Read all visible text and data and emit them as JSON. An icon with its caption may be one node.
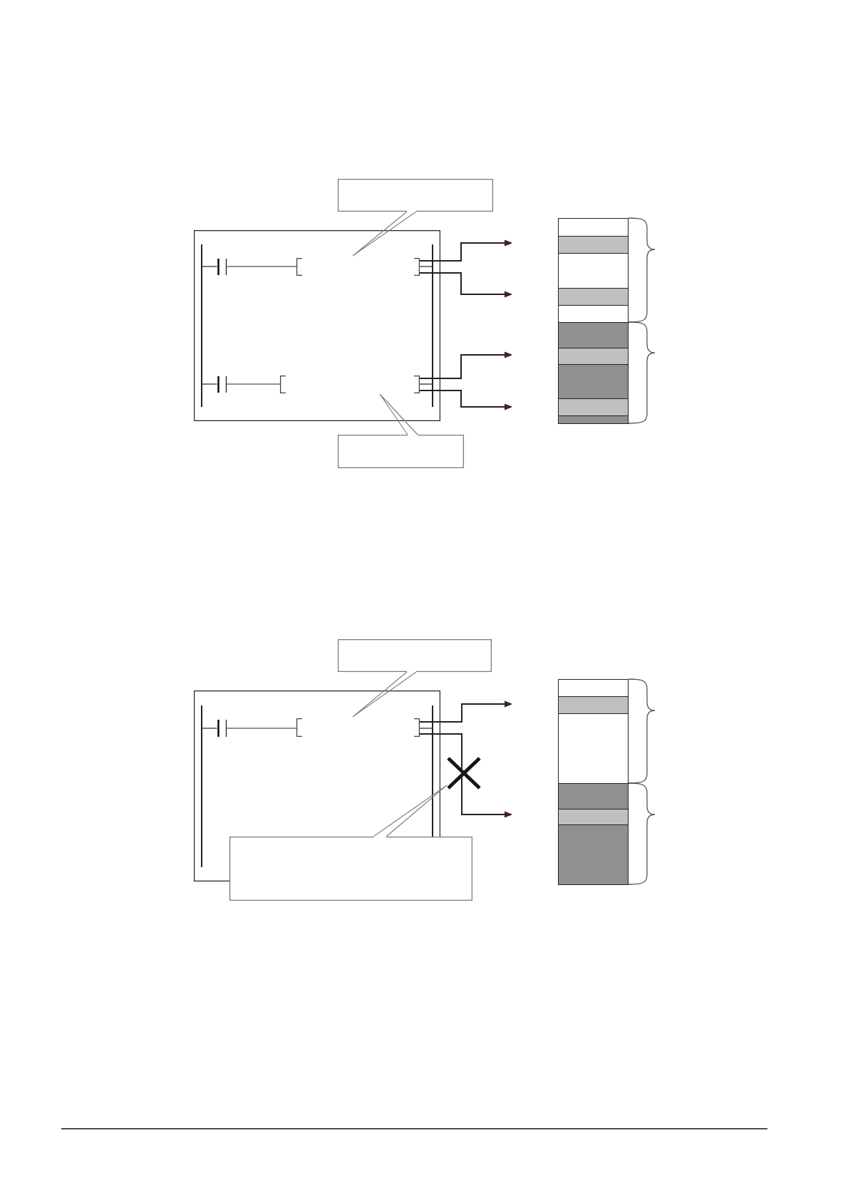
{
  "diagram": {
    "nodes": [
      {
        "text": [],
        "shape": "callout"
      },
      {
        "text": [],
        "shape": "box"
      },
      {
        "text": [],
        "shape": "bar",
        "in": 1
      },
      {
        "text": [],
        "shape": "contact",
        "in": 1
      },
      {
        "text": [],
        "shape": "bracket",
        "in": 1
      },
      {
        "text": [],
        "shape": "bar",
        "in": 1
      },
      {
        "text": [],
        "shape": "contact",
        "in": 1
      },
      {
        "text": [],
        "shape": "bracket",
        "in": 1
      },
      {
        "text": [],
        "shape": "callout"
      },
      {
        "text": [],
        "shape": "band"
      },
      {
        "text": [],
        "shape": "band"
      },
      {
        "text": [],
        "shape": "band"
      },
      {
        "text": [],
        "shape": "band"
      },
      {
        "text": [],
        "shape": "band"
      },
      {
        "text": [],
        "shape": "band"
      },
      {
        "text": [],
        "shape": "band"
      },
      {
        "text": [],
        "shape": "band"
      },
      {
        "text": [],
        "shape": "band"
      },
      {
        "text": [],
        "shape": "band"
      },
      {
        "text": [],
        "shape": "callout"
      },
      {
        "text": [],
        "shape": "box"
      },
      {
        "text": [],
        "shape": "bar",
        "in": 20
      },
      {
        "text": [],
        "shape": "contact",
        "in": 20
      },
      {
        "text": [],
        "shape": "bracket",
        "in": 20
      },
      {
        "text": [],
        "shape": "bar",
        "in": 20
      },
      {
        "text": [],
        "shape": "cross"
      },
      {
        "text": [],
        "shape": "callout"
      },
      {
        "text": [],
        "shape": "band"
      },
      {
        "text": [],
        "shape": "band"
      },
      {
        "text": [],
        "shape": "band"
      },
      {
        "text": [],
        "shape": "band"
      },
      {
        "text": [],
        "shape": "band"
      },
      {
        "text": [],
        "shape": "band"
      }
    ],
    "edges": [
      {
        "from": 0,
        "to": null,
        "arrow": "none",
        "color": "#808080"
      },
      {
        "from": 8,
        "to": null,
        "arrow": "none",
        "color": "#808080"
      },
      {
        "from": 2,
        "to": 3,
        "arrow": "none"
      },
      {
        "from": 3,
        "to": 4,
        "arrow": "none"
      },
      {
        "from": 4,
        "to": 5,
        "arrow": "none"
      },
      {
        "from": 4,
        "to": null,
        "arrow": "to"
      },
      {
        "from": 4,
        "to": null,
        "arrow": "to"
      },
      {
        "from": 2,
        "to": 6,
        "arrow": "none"
      },
      {
        "from": 6,
        "to": 7,
        "arrow": "none"
      },
      {
        "from": 7,
        "to": 5,
        "arrow": "none"
      },
      {
        "from": 7,
        "to": null,
        "arrow": "to"
      },
      {
        "from": 7,
        "to": null,
        "arrow": "to"
      },
      {
        "from": 19,
        "to": null,
        "arrow": "none",
        "color": "#808080"
      },
      {
        "from": 21,
        "to": 22,
        "arrow": "none"
      },
      {
        "from": 22,
        "to": 23,
        "arrow": "none"
      },
      {
        "from": 23,
        "to": 24,
        "arrow": "none"
      },
      {
        "from": 23,
        "to": null,
        "arrow": "to"
      },
      {
        "from": 23,
        "to": null,
        "arrow": "to"
      },
      {
        "from": 26,
        "to": 25,
        "arrow": "none",
        "color": "#808080"
      }
    ]
  }
}
